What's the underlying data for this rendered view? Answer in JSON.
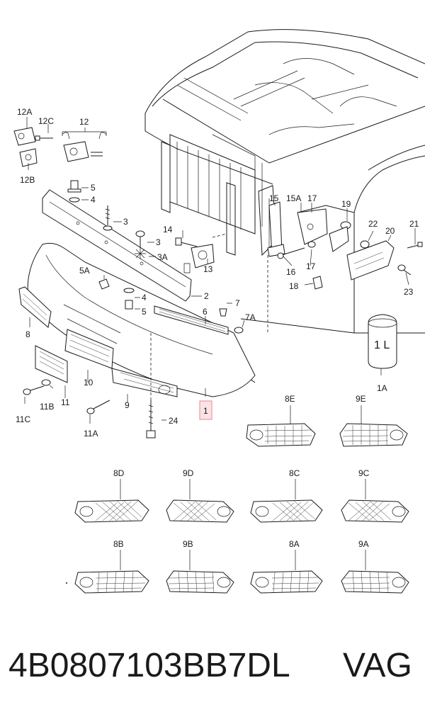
{
  "diagram": {
    "callouts": {
      "c12A": "12A",
      "c12C": "12C",
      "c12": "12",
      "c12B": "12B",
      "c5a": "5",
      "c4a": "4",
      "c3a": "3",
      "c3b": "3",
      "c14": "14",
      "c3A": "3A",
      "c13": "13",
      "c5A": "5A",
      "c4b": "4",
      "c2": "2",
      "c5b": "5",
      "c7": "7",
      "c6": "6",
      "c7A": "7A",
      "c8": "8",
      "c10": "10",
      "c11B": "11B",
      "c11": "11",
      "c11C": "11C",
      "c9": "9",
      "c11A": "11A",
      "c24": "24",
      "c1": "1",
      "c15": "15",
      "c15A": "15A",
      "c17a": "17",
      "c19": "19",
      "c16": "16",
      "c17b": "17",
      "c18": "18",
      "c22": "22",
      "c20": "20",
      "c21": "21",
      "c23": "23",
      "c1A": "1A",
      "bottle": "1 L",
      "c8E": "8E",
      "c9E": "9E",
      "c8D": "8D",
      "c9D": "9D",
      "c8C": "8C",
      "c9C": "9C",
      "c8B": "8B",
      "c9B": "9B",
      "c8A": "8A",
      "c9A": "9A"
    },
    "highlight_color": "#e89aa0"
  },
  "caption": {
    "part_number": "4B0807103BB7DL",
    "brand": "VAG"
  }
}
